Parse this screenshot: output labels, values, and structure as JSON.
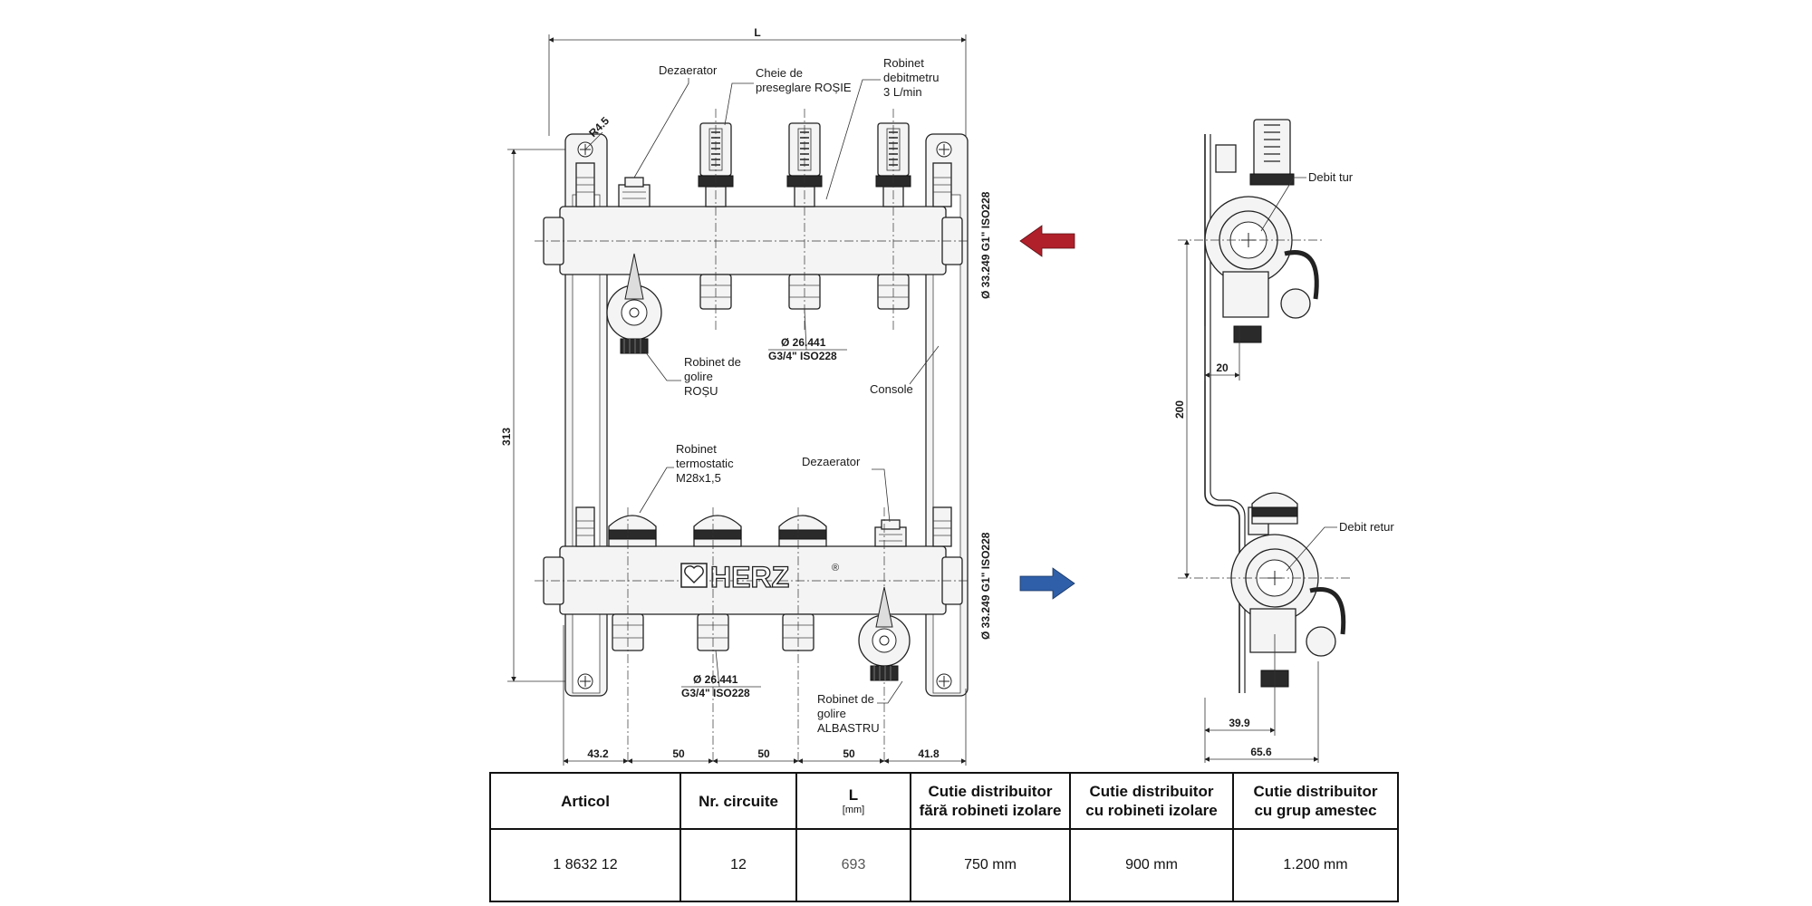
{
  "dimensions": {
    "width_label": "L",
    "height_label": "313",
    "radius_label": "R4.5",
    "thread_main_top": "Ø 33.249 G1\" ISO228",
    "thread_main_bottom": "Ø 33.249 G1\" ISO228",
    "outlet_top_diameter": "Ø 26.441",
    "outlet_top_thread": "G3/4\" ISO228",
    "outlet_bottom_diameter": "Ø 26.441",
    "outlet_bottom_thread": "G3/4\" ISO228",
    "spacing": [
      "43.2",
      "50",
      "50",
      "50",
      "41.8"
    ],
    "side_offset": "20",
    "side_height": "200",
    "side_depth_1": "39.9",
    "side_depth_2": "65.6"
  },
  "labels": {
    "dezaerator_top": "Dezaerator",
    "cheie_line1": "Cheie de",
    "cheie_line2": "preseglare ROȘIE",
    "robinet_debit_line1": "Robinet",
    "robinet_debit_line2": "debitmetru",
    "robinet_debit_line3": "3 L/min",
    "golire_rosu_line1": "Robinet de",
    "golire_rosu_line2": "golire",
    "golire_rosu_line3": "ROȘU",
    "console": "Console",
    "termostatic_line1": "Robinet",
    "termostatic_line2": "termostatic",
    "termostatic_line3": "M28x1,5",
    "dezaerator_bottom": "Dezaerator",
    "golire_albastru_line1": "Robinet de",
    "golire_albastru_line2": "golire",
    "golire_albastru_line3": "ALBASTRU",
    "debit_tur": "Debit tur",
    "debit_retur": "Debit retur",
    "brand": "HERZ",
    "brand_mark": "®"
  },
  "arrows": {
    "supply_color": "#b0202a",
    "return_color": "#2f5fa8"
  },
  "table": {
    "headers": {
      "articol": "Articol",
      "nr_circuite": "Nr. circuite",
      "l": "L",
      "l_unit": "[mm]",
      "cutie1_line1": "Cutie distribuitor",
      "cutie1_line2": "fără robineti izolare",
      "cutie2_line1": "Cutie distribuitor",
      "cutie2_line2": "cu robineti izolare",
      "cutie3_line1": "Cutie distribuitor",
      "cutie3_line2": "cu grup amestec"
    },
    "row": {
      "articol": "1 8632 12",
      "nr_circuite": "12",
      "l": "693",
      "cutie1": "750 mm",
      "cutie2": "900 mm",
      "cutie3": "1.200 mm"
    }
  }
}
